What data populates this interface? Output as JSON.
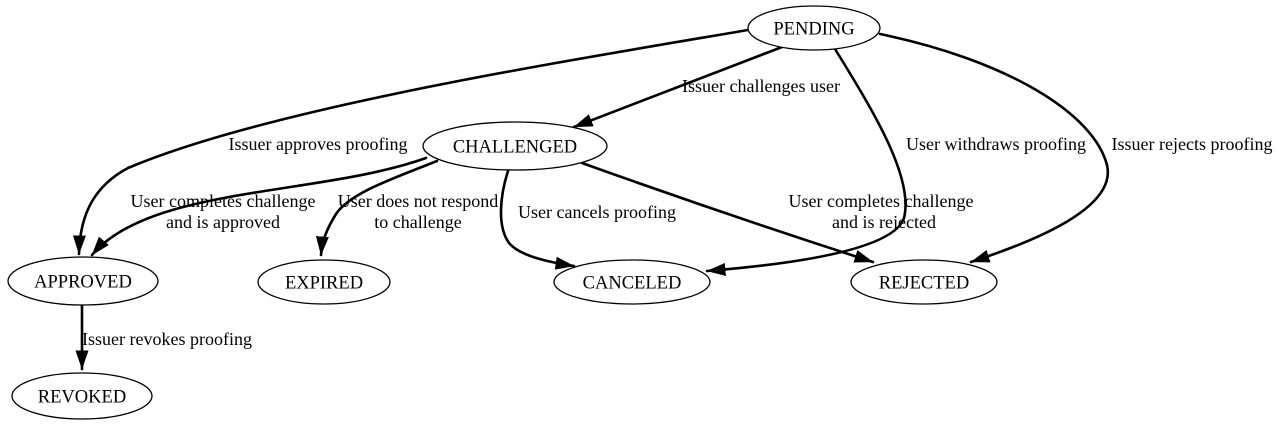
{
  "diagram": {
    "type": "state-machine",
    "colors": {
      "ink": "#000000",
      "background": "#ffffff"
    },
    "nodes": {
      "pending": {
        "label": "PENDING"
      },
      "challenged": {
        "label": "CHALLENGED"
      },
      "approved": {
        "label": "APPROVED"
      },
      "expired": {
        "label": "EXPIRED"
      },
      "canceled": {
        "label": "CANCELED"
      },
      "rejected": {
        "label": "REJECTED"
      },
      "revoked": {
        "label": "REVOKED"
      }
    },
    "edges": {
      "pending_to_challenged": {
        "from": "PENDING",
        "to": "CHALLENGED",
        "label": "Issuer challenges user"
      },
      "pending_to_approved": {
        "from": "PENDING",
        "to": "APPROVED",
        "label": "Issuer approves proofing"
      },
      "pending_to_canceled": {
        "from": "PENDING",
        "to": "CANCELED",
        "label": "User withdraws proofing"
      },
      "pending_to_rejected": {
        "from": "PENDING",
        "to": "REJECTED",
        "label": "Issuer rejects proofing"
      },
      "challenged_to_approved": {
        "from": "CHALLENGED",
        "to": "APPROVED",
        "label_lines": [
          "User completes challenge",
          "and is approved"
        ]
      },
      "challenged_to_expired": {
        "from": "CHALLENGED",
        "to": "EXPIRED",
        "label_lines": [
          "User does not respond",
          "to challenge"
        ]
      },
      "challenged_to_canceled": {
        "from": "CHALLENGED",
        "to": "CANCELED",
        "label": "User cancels proofing"
      },
      "challenged_to_rejected": {
        "from": "CHALLENGED",
        "to": "REJECTED",
        "label_lines": [
          "User completes challenge",
          "and is rejected"
        ]
      },
      "approved_to_revoked": {
        "from": "APPROVED",
        "to": "REVOKED",
        "label": "Issuer revokes proofing"
      }
    }
  }
}
